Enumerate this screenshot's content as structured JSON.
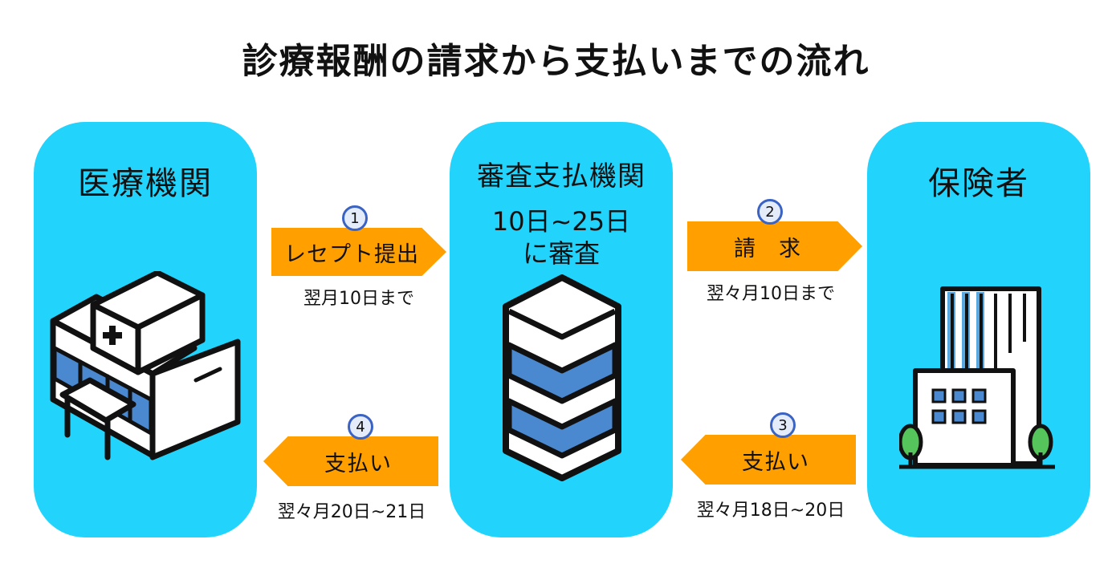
{
  "title": "診療報酬の請求から支払いまでの流れ",
  "colors": {
    "panel": "#22d3fb",
    "arrow": "#ffa000",
    "stripe": "#4a88d0",
    "badge_border": "#3a63c4"
  },
  "entities": {
    "medical": {
      "name": "医療機関",
      "icon": "hospital-icon"
    },
    "review": {
      "name": "審査支払機関",
      "note_line1": "10日~25日",
      "note_line2": "に審査",
      "icon": "server-stack-icon"
    },
    "insurer": {
      "name": "保険者",
      "icon": "office-building-icon"
    }
  },
  "steps": [
    {
      "number": "1",
      "label": "レセプト提出",
      "deadline": "翌月10日まで"
    },
    {
      "number": "2",
      "label": "請　求",
      "deadline": "翌々月10日まで"
    },
    {
      "number": "3",
      "label": "支払い",
      "deadline": "翌々月18日~20日"
    },
    {
      "number": "4",
      "label": "支払い",
      "deadline": "翌々月20日~21日"
    }
  ]
}
